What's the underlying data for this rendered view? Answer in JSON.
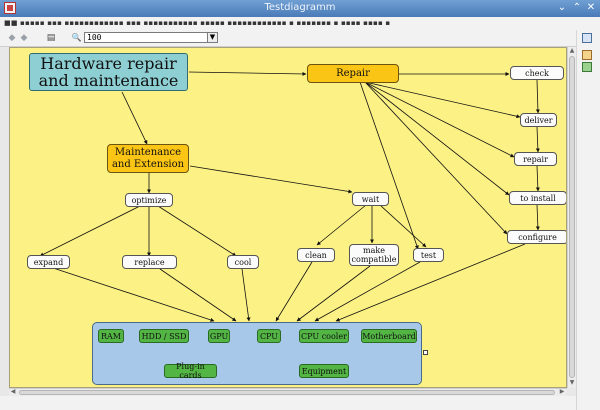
{
  "window": {
    "title": "Testdiagramm",
    "menu_text": "■■ ▪▪▪▪▪ ▪▪▪ ▪▪▪▪▪▪▪▪▪▪▪▪ ▪▪▪ ▪▪▪▪▪▪▪▪▪▪▪ ▪▪▪▪▪ ▪▪▪▪▪▪▪▪▪▪▪▪ ▪ ▪▪▪▪▪▪▪ ▪ ▪▪▪▪ ▪▪▪▪ ▪"
  },
  "toolbar": {
    "back_icon": "◆",
    "forward_icon": "◆",
    "layout_icon": "▤",
    "zoom_icon": "🔍",
    "zoom_value": "100",
    "dropdown_icon": "▼"
  },
  "diagram": {
    "root": {
      "line1": "Hardware repair",
      "line2": "and maintenance"
    },
    "repair": "Repair",
    "maintenance": {
      "line1": "Maintenance",
      "line2": "and Extension"
    },
    "check": "check",
    "deliver": "deliver",
    "repair_step": "repair",
    "to_install": "to install",
    "configure": "configure",
    "optimize": "optimize",
    "wait": "wait",
    "expand": "expand",
    "replace": "replace",
    "cool": "cool",
    "clean": "clean",
    "make_compatible": {
      "line1": "make",
      "line2": "compatible"
    },
    "test": "test",
    "components": {
      "ram": "RAM",
      "hdd_ssd": "HDD / SSD",
      "gpu": "GPU",
      "cpu": "CPU",
      "cpu_cooler": "CPU cooler",
      "motherboard": "Motherboard",
      "plugin_cards": "Plug-in cards",
      "equipment": "Equipment"
    }
  },
  "colors": {
    "canvas": "#fcf184",
    "root": "#8ecfd3",
    "orange": "#fbc515",
    "green": "#52b544",
    "container": "#a8c8ea"
  }
}
